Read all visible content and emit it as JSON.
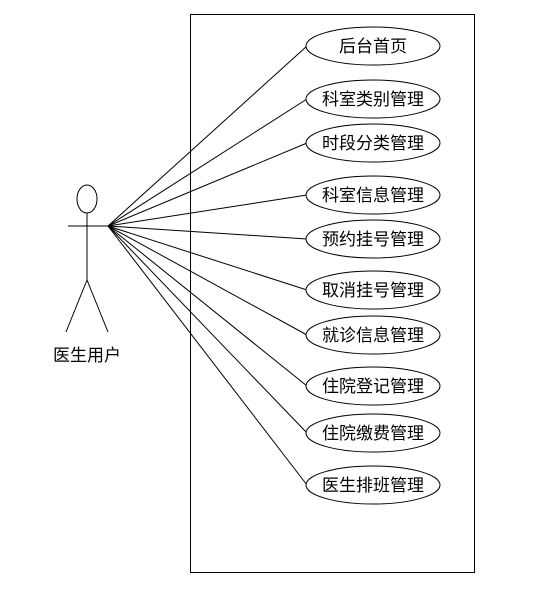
{
  "actor": {
    "label": "医生用户"
  },
  "use_cases": [
    {
      "label": "后台首页"
    },
    {
      "label": "科室类别管理"
    },
    {
      "label": "时段分类管理"
    },
    {
      "label": "科室信息管理"
    },
    {
      "label": "预约挂号管理"
    },
    {
      "label": "取消挂号管理"
    },
    {
      "label": "就诊信息管理"
    },
    {
      "label": "住院登记管理"
    },
    {
      "label": "住院缴费管理"
    },
    {
      "label": "医生排班管理"
    }
  ],
  "colors": {
    "stroke": "#000000",
    "background": "#ffffff"
  }
}
